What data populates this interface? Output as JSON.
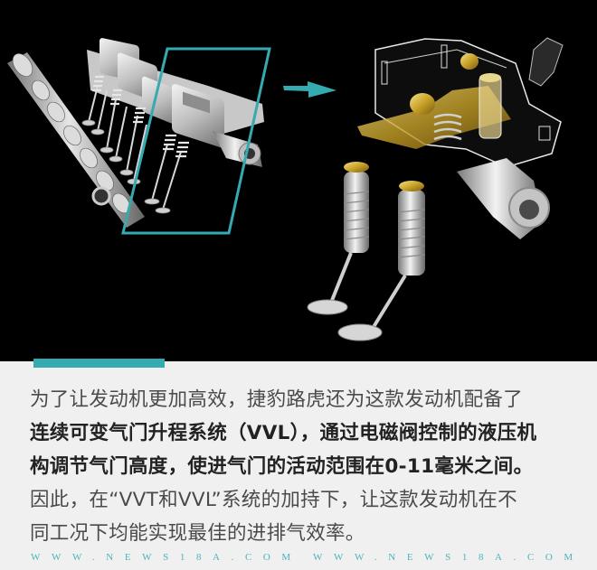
{
  "figure": {
    "description": "Engine valvetrain 3D render: cylinder head with camshaft and valves (left), highlighted section with cyan parallelogram, arrow pointing to cutaway of VVL hydraulic mechanism with gold oil passages (right)",
    "background_color": "#000000",
    "highlight_color": "#35aab0",
    "left_render_label": "cylinder-head-valvetrain",
    "right_render_label": "vvl-hydraulic-cutaway",
    "arrow_icon": "arrow-right-icon"
  },
  "accent_bar": {
    "color": "#35aab0"
  },
  "caption": {
    "lines": [
      {
        "text": "为了让发动机更加高效，捷豹路虎还为这款发动机配备了",
        "weight": "normal"
      },
      {
        "text": "连续可变气门升程系统（VVL），通过电磁阀控制的液压机",
        "weight": "bold"
      },
      {
        "text": "构调节气门高度，使进气门的活动范围在0-11毫米之间。",
        "weight": "bold"
      },
      {
        "text": "因此，在“VVT和VVL”系统的加持下，让这款发动机在不",
        "weight": "normal"
      },
      {
        "text": "同工况下均能实现最佳的进排气效率。",
        "weight": "normal"
      }
    ]
  },
  "watermark": {
    "left": "WWW.NEWS18A.COM",
    "right": "WWW.NEWS18A.COM",
    "color": "#4db3ba"
  }
}
